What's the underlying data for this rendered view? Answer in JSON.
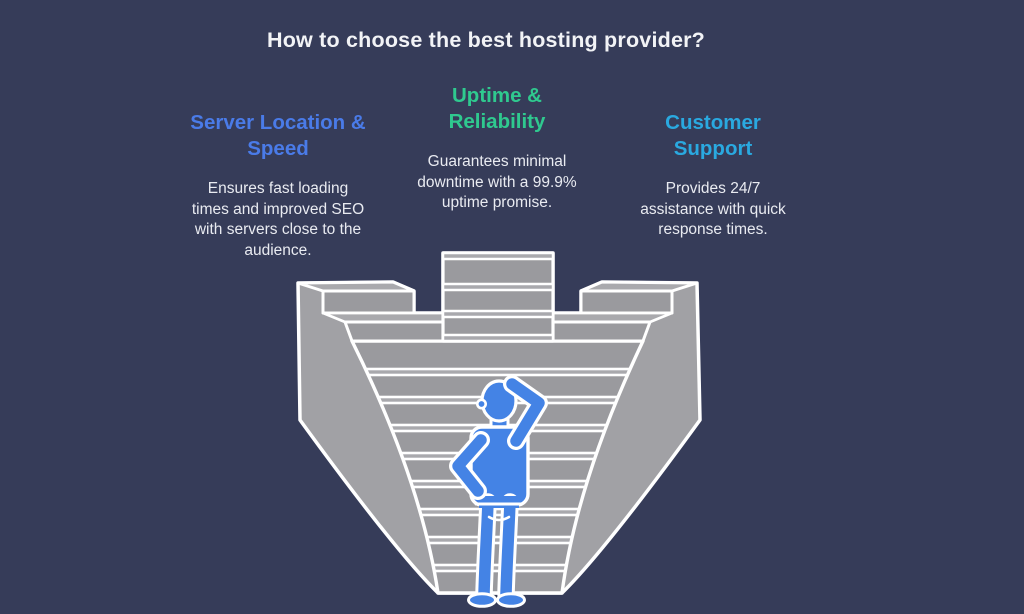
{
  "title": "How to choose the best hosting provider?",
  "columns": [
    {
      "heading": "Server Location &\nSpeed",
      "body": "Ensures fast loading\ntimes and improved SEO\nwith servers close to the\naudience.",
      "color": "#4a7be8"
    },
    {
      "heading": "Uptime &\nReliability",
      "body": "Guarantees minimal\ndowntime with a 99.9%\nuptime promise.",
      "color": "#2fc98f"
    },
    {
      "heading": "Customer\nSupport",
      "body": "Provides 24/7\nassistance with quick\nresponse times.",
      "color": "#2aa9e0"
    }
  ],
  "illustration": {
    "description": "Person seen from behind scratching head, standing at the bottom of a funnel-shaped staircase that diverges into three upward paths",
    "person_color": "#4483e5",
    "stair_front_color": "#9a9a9e",
    "stair_top_color": "#a9a9ad",
    "outline_color": "#ffffff"
  },
  "colors": {
    "background": "#363c59",
    "title_text": "#f2f3f6",
    "body_text": "#e9ebf1"
  }
}
